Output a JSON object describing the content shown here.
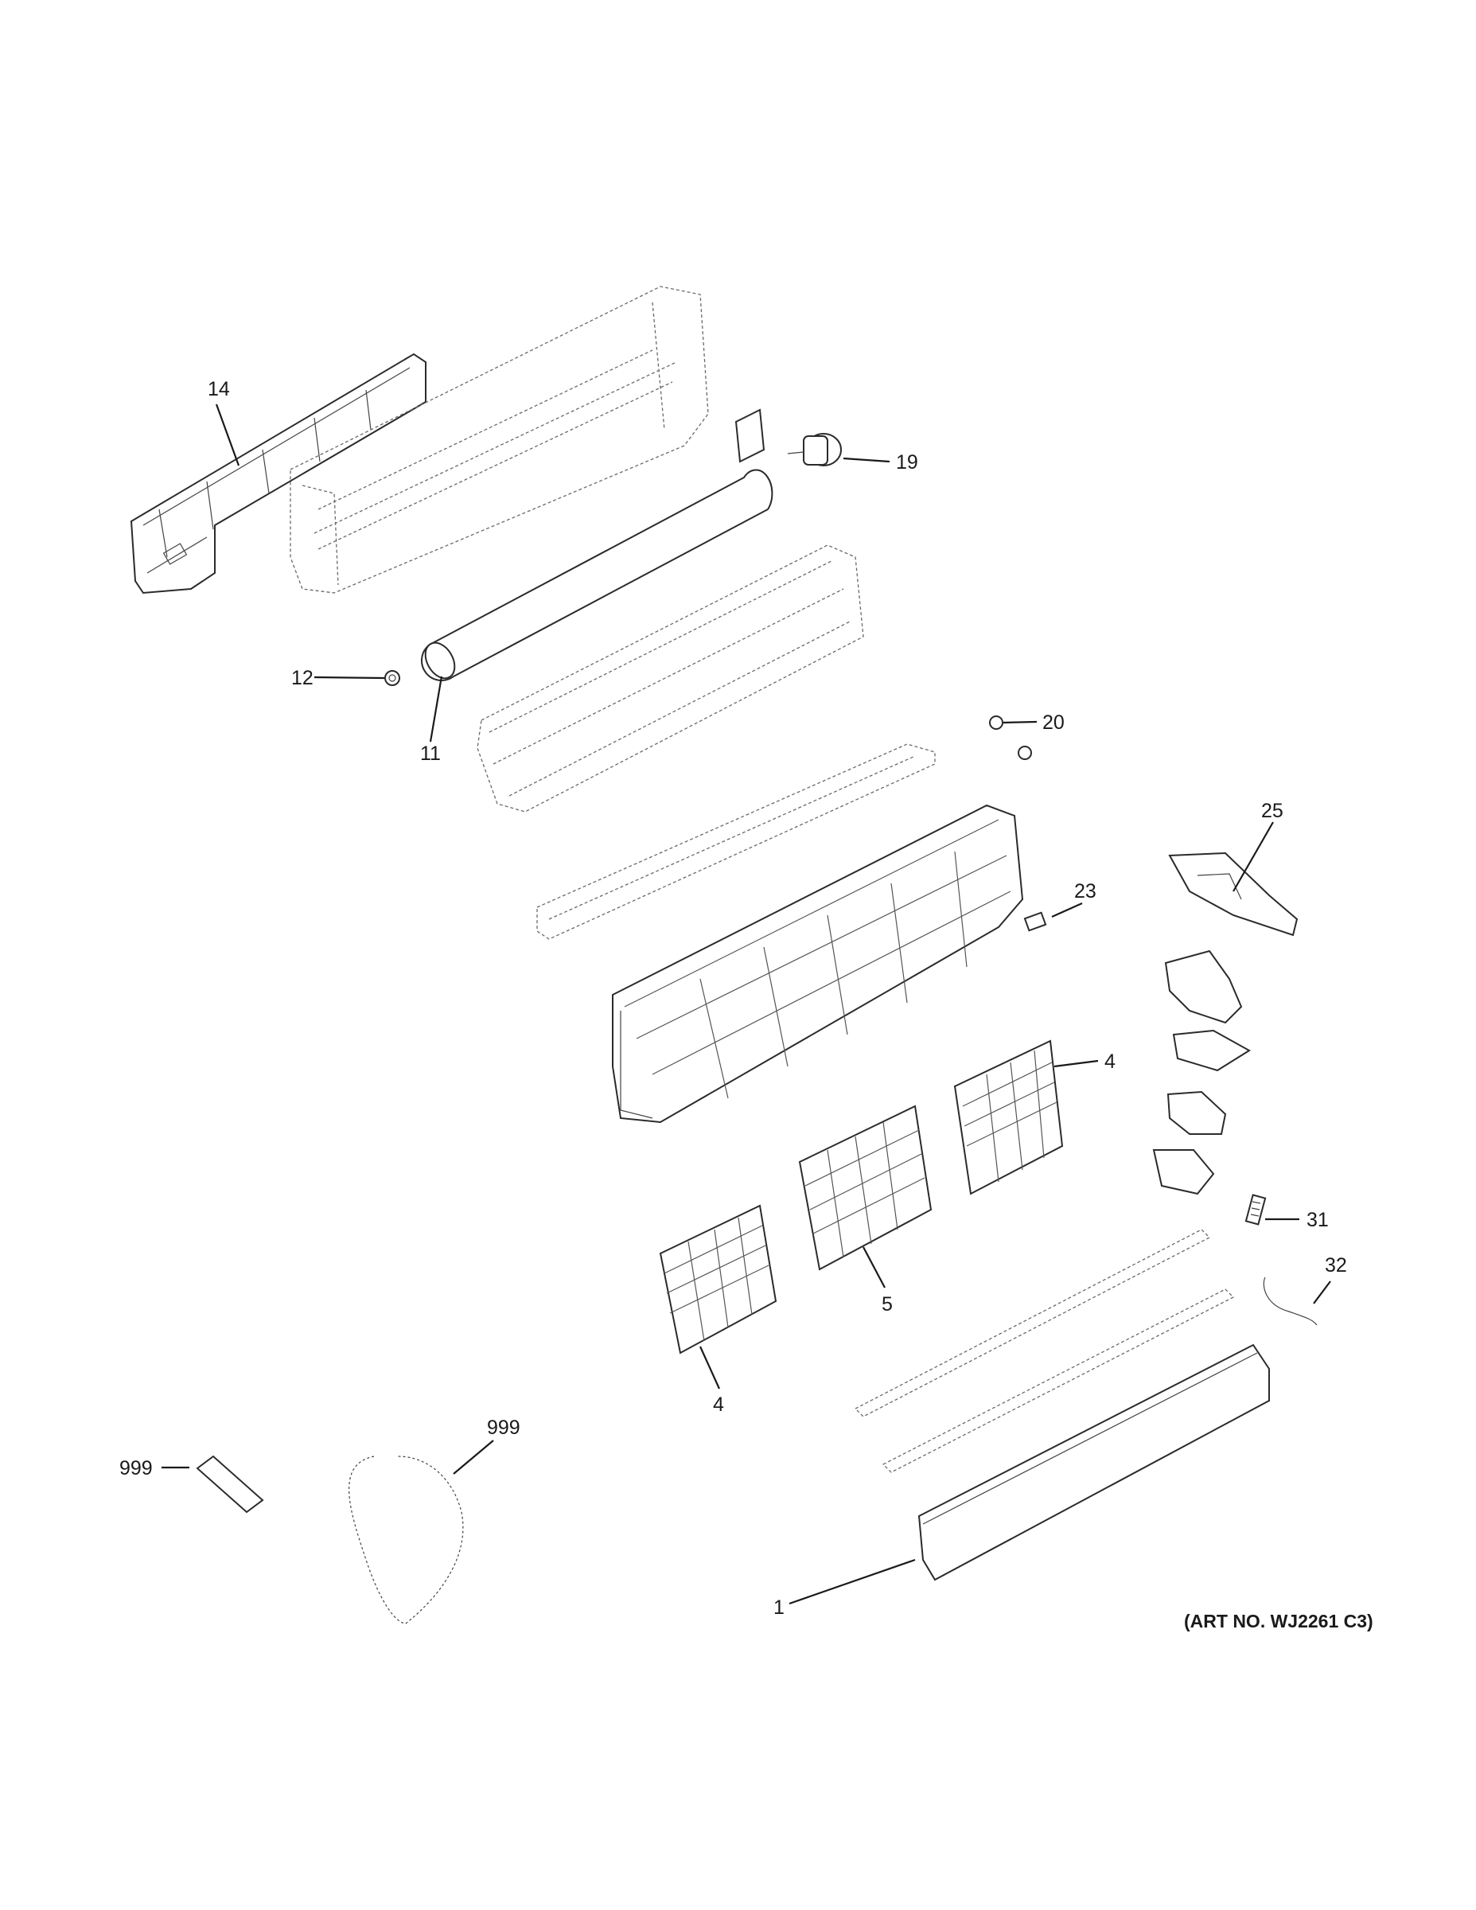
{
  "callouts": {
    "c14": "14",
    "c19": "19",
    "c12": "12",
    "c11": "11",
    "c20": "20",
    "c25": "25",
    "c23": "23",
    "c4_right": "4",
    "c31": "31",
    "c32": "32",
    "c5": "5",
    "c4_left": "4",
    "c999_remote": "999",
    "c999_hose": "999",
    "c1": "1"
  },
  "art_number": "(ART NO. WJ2261 C3)"
}
